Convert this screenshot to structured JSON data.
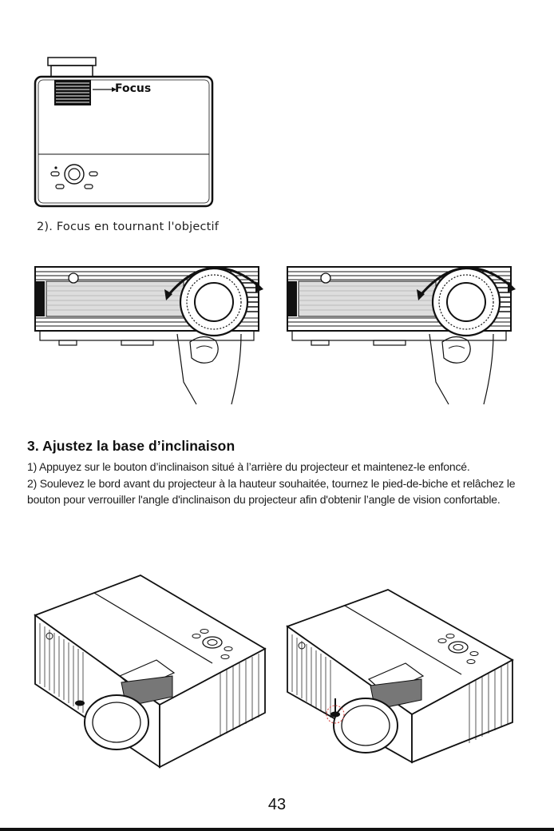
{
  "figure_top": {
    "focus_label": "Focus"
  },
  "caption_focus": "2). Focus en tournant l'objectif",
  "section": {
    "title": "3. Ajustez la base d’inclinaison",
    "paragraphs": [
      "1) Appuyez sur le bouton d’inclinaison situé à l’arrière du projecteur et maintenez-le enfoncé.",
      "2) Soulevez le bord avant du projecteur à la hauteur souhaitée, tournez le pied-de-biche et relâchez le bouton pour verrouiller l'angle d'inclinaison du projecteur afin d'obtenir l’angle de vision confortable."
    ]
  },
  "page_number": "43",
  "colors": {
    "text": "#1a1a1a",
    "line_art": "#111111",
    "highlight_foot": "#d9534f"
  }
}
